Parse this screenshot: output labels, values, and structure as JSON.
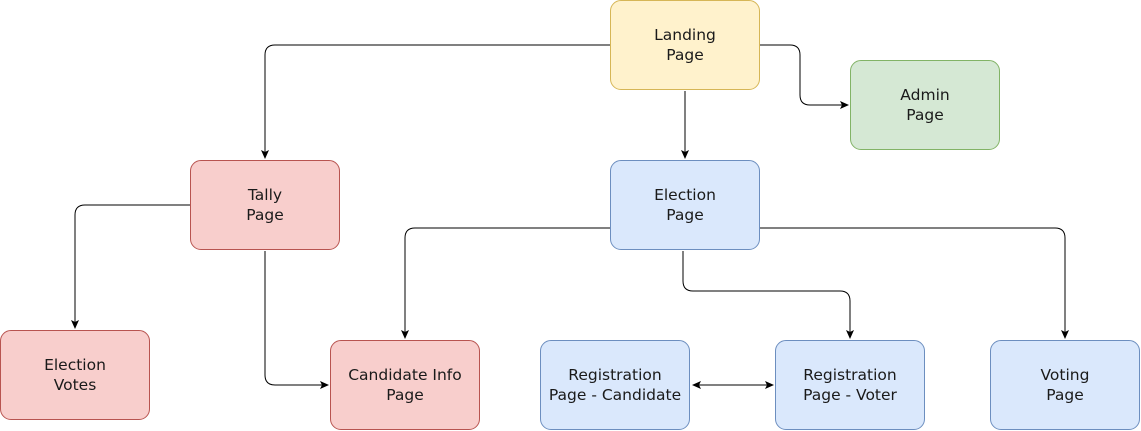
{
  "nodes": {
    "landing": {
      "l1": "Landing",
      "l2": "Page",
      "color": "#fff2cc"
    },
    "admin": {
      "l1": "Admin",
      "l2": "Page",
      "color": "#d5e8d4"
    },
    "tally": {
      "l1": "Tally",
      "l2": "Page",
      "color": "#f8cecc"
    },
    "election": {
      "l1": "Election",
      "l2": "Page",
      "color": "#dae8fc"
    },
    "election_votes": {
      "l1": "Election",
      "l2": "Votes",
      "color": "#f8cecc"
    },
    "candidate_info": {
      "l1": "Candidate Info",
      "l2": "Page",
      "color": "#f8cecc"
    },
    "reg_candidate": {
      "l1": "Registration",
      "l2": "Page - Candidate",
      "color": "#dae8fc"
    },
    "reg_voter": {
      "l1": "Registration",
      "l2": "Page - Voter",
      "color": "#dae8fc"
    },
    "voting": {
      "l1": "Voting",
      "l2": "Page",
      "color": "#dae8fc"
    }
  },
  "edges": [
    {
      "from": "Landing Page",
      "to": "Tally Page"
    },
    {
      "from": "Landing Page",
      "to": "Election Page"
    },
    {
      "from": "Landing Page",
      "to": "Admin Page"
    },
    {
      "from": "Tally Page",
      "to": "Election Votes"
    },
    {
      "from": "Tally Page",
      "to": "Candidate Info Page"
    },
    {
      "from": "Election Page",
      "to": "Candidate Info Page"
    },
    {
      "from": "Election Page",
      "to": "Registration Page - Voter"
    },
    {
      "from": "Election Page",
      "to": "Voting Page"
    },
    {
      "from": "Registration Page - Candidate",
      "to": "Registration Page - Voter",
      "bidirectional": true
    }
  ]
}
